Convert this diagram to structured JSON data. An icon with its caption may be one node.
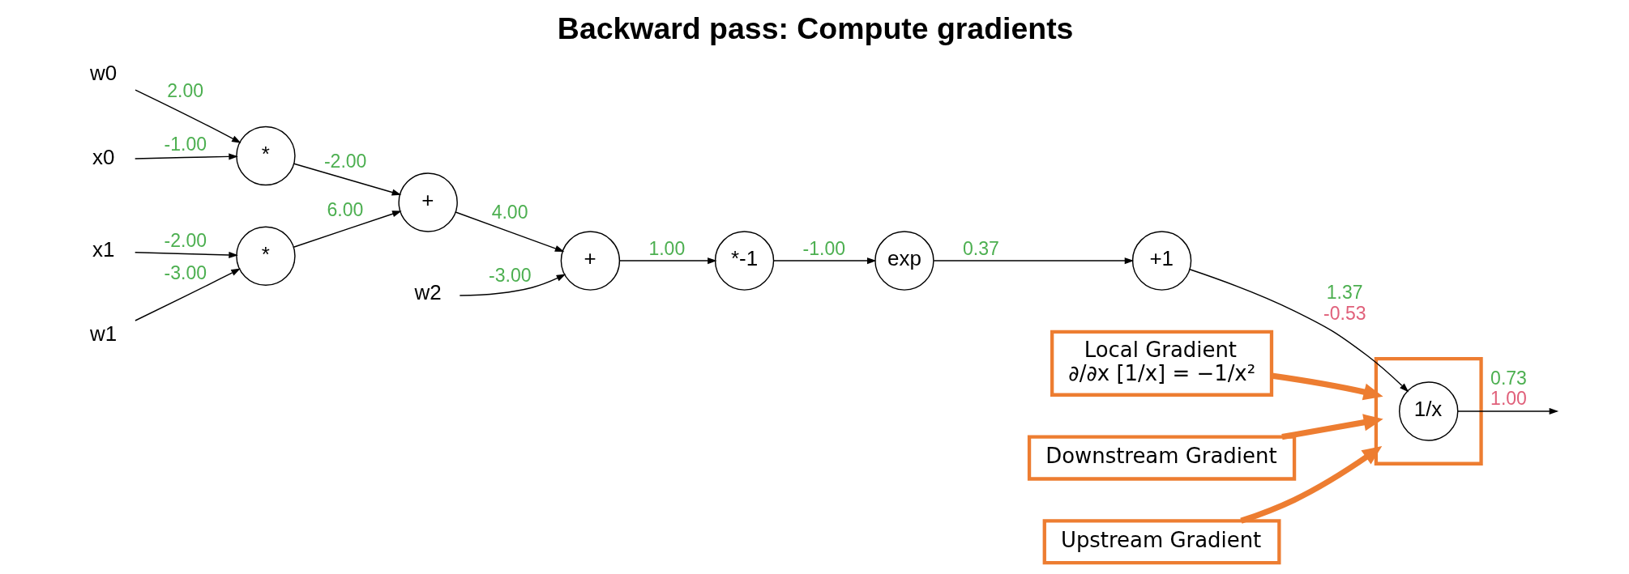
{
  "diagram": {
    "title": "Backward pass: Compute gradients",
    "nodes": [
      {
        "text": [
          "w0"
        ]
      },
      {
        "text": [
          "x0"
        ]
      },
      {
        "text": [
          "w1"
        ]
      },
      {
        "text": [
          "x1"
        ]
      },
      {
        "text": [
          "w2"
        ]
      },
      {
        "text": [
          "*"
        ]
      },
      {
        "text": [
          "*"
        ]
      },
      {
        "text": [
          "+"
        ]
      },
      {
        "text": [
          "+"
        ]
      },
      {
        "text": [
          "*-1"
        ]
      },
      {
        "text": [
          "exp"
        ]
      },
      {
        "text": [
          "+1"
        ]
      },
      {
        "text": [],
        "shape": "box"
      },
      {
        "text": [
          "1/x"
        ],
        "in": 12
      },
      {
        "text": [
          "Local Gradient",
          "∂/∂x [1/x] = −1/x²"
        ]
      },
      {
        "text": [
          "Downstream Gradient"
        ]
      },
      {
        "text": [
          "Upstream Gradient"
        ]
      }
    ],
    "edges": [
      {
        "from": 0,
        "to": 5,
        "arrow": "to",
        "label": "2.00"
      },
      {
        "from": 1,
        "to": 5,
        "arrow": "to",
        "label": "-1.00"
      },
      {
        "from": 2,
        "to": 6,
        "arrow": "to",
        "label": "-3.00"
      },
      {
        "from": 3,
        "to": 6,
        "arrow": "to",
        "label": "-2.00"
      },
      {
        "from": 5,
        "to": 7,
        "arrow": "to",
        "label": "-2.00"
      },
      {
        "from": 6,
        "to": 7,
        "arrow": "to",
        "label": "6.00"
      },
      {
        "from": 7,
        "to": 8,
        "arrow": "to",
        "label": "4.00"
      },
      {
        "from": 4,
        "to": 8,
        "arrow": "to",
        "label": "-3.00"
      },
      {
        "from": 8,
        "to": 9,
        "arrow": "to",
        "label": "1.00"
      },
      {
        "from": 9,
        "to": 10,
        "arrow": "to",
        "label": "-1.00"
      },
      {
        "from": 10,
        "to": 11,
        "arrow": "to",
        "label": "0.37"
      },
      {
        "from": 11,
        "to": 13,
        "arrow": "to",
        "label": [
          "1.37",
          "-0.53"
        ]
      },
      {
        "from": 13,
        "to": null,
        "arrow": "to",
        "label": [
          "0.73",
          "1.00"
        ]
      },
      {
        "from": 14,
        "to": 12,
        "arrow": "to",
        "style": "thick",
        "color": "#ed7d31"
      },
      {
        "from": 15,
        "to": 12,
        "arrow": "to",
        "style": "thick",
        "color": "#ed7d31"
      },
      {
        "from": 16,
        "to": 12,
        "arrow": "to",
        "style": "thick",
        "color": "#ed7d31"
      }
    ]
  }
}
